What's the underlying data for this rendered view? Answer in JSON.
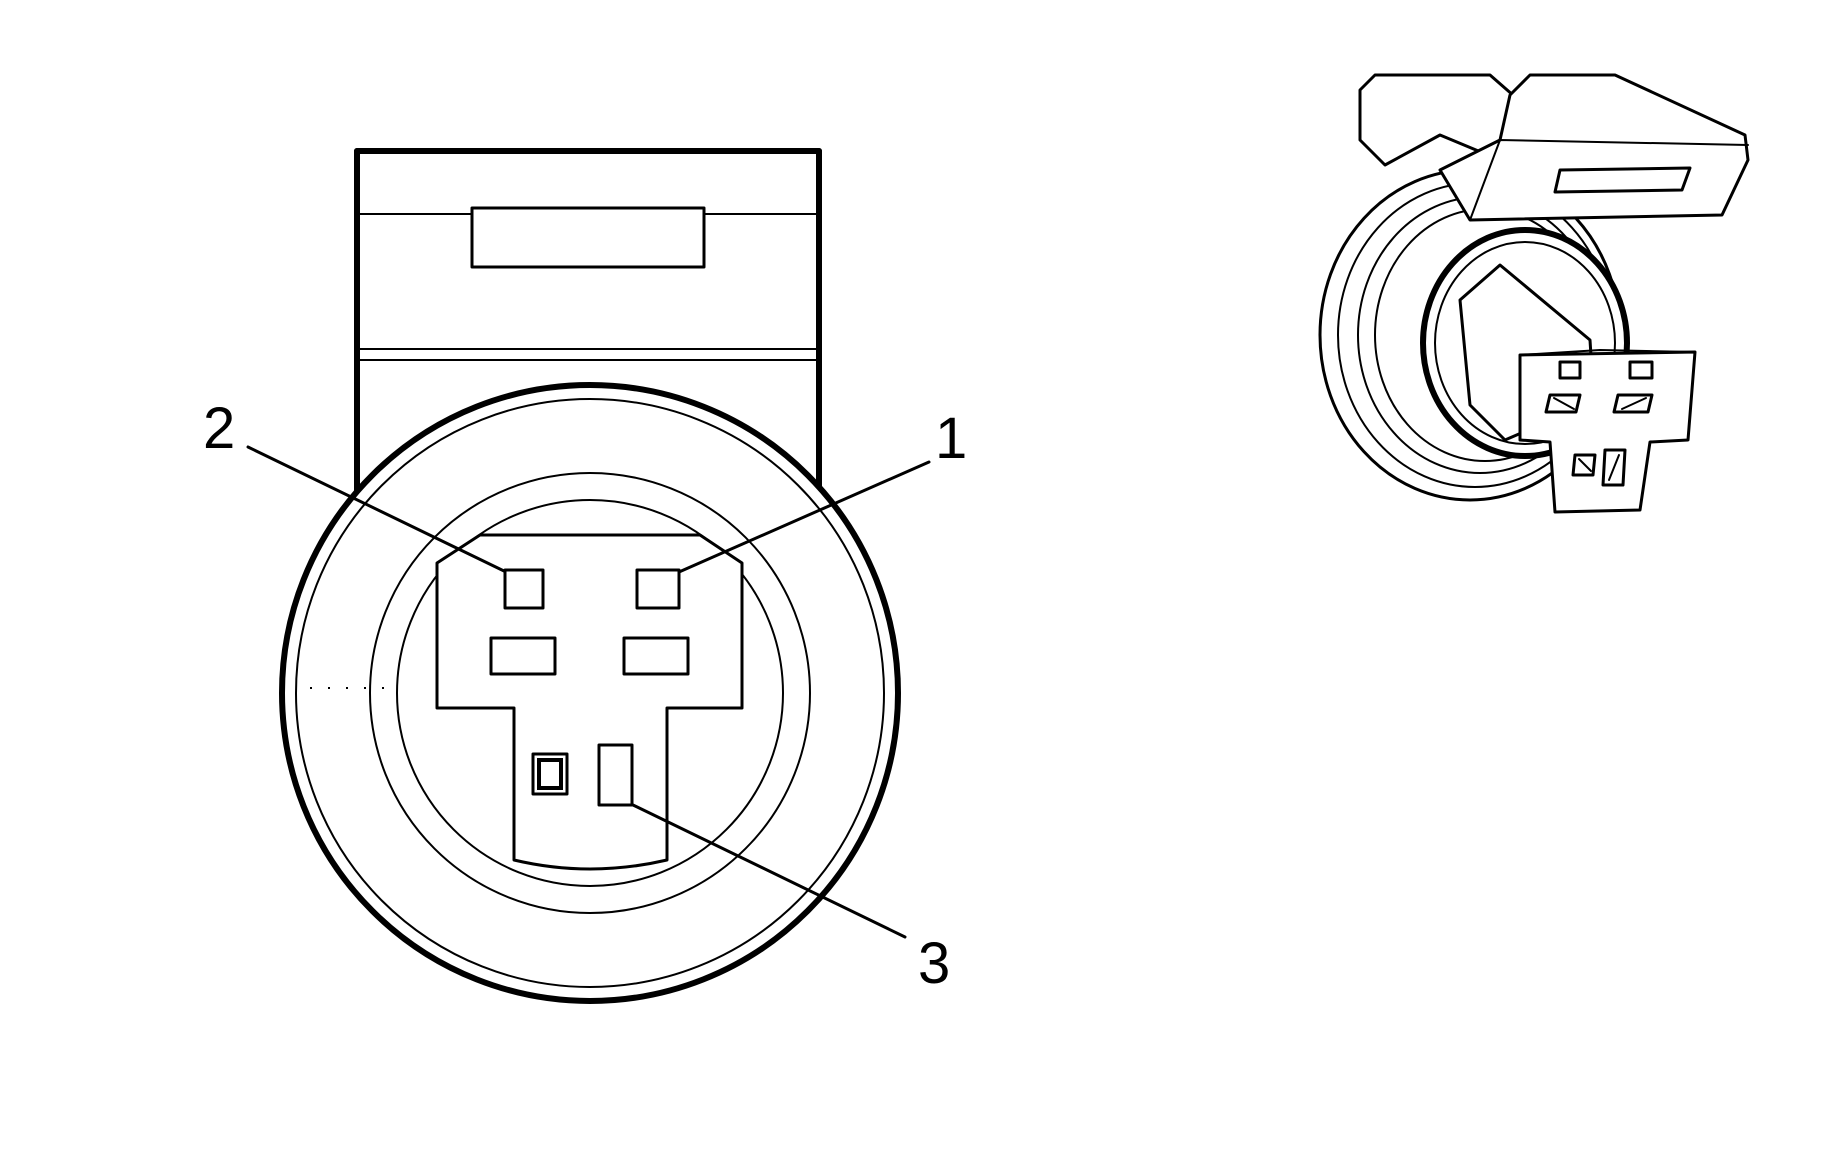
{
  "diagram": {
    "pin_labels": [
      {
        "id": "pin-1",
        "text": "1"
      },
      {
        "id": "pin-2",
        "text": "2"
      },
      {
        "id": "pin-3",
        "text": "3"
      }
    ],
    "colors": {
      "line": "#000000",
      "background": "#ffffff"
    }
  }
}
